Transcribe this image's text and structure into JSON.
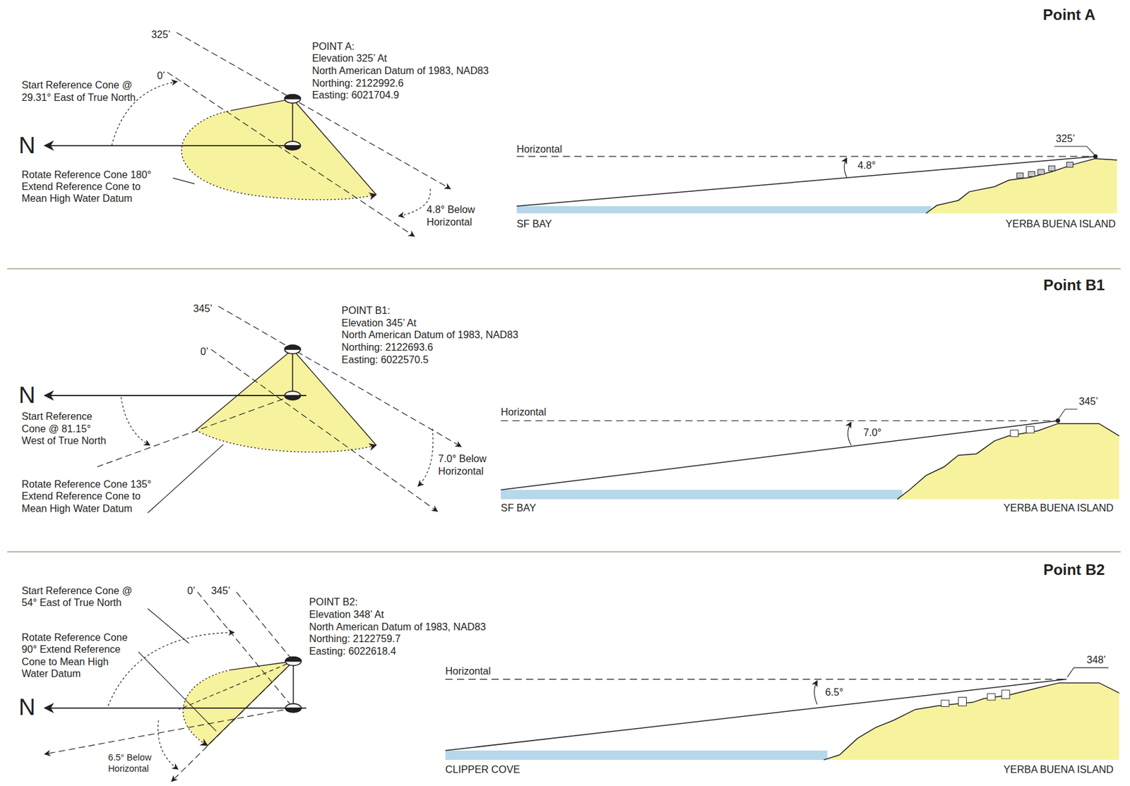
{
  "diagram": {
    "labels": [
      "Point A",
      "325’",
      "0’",
      "Start Reference Cone @ 29.31° East of True North",
      "N",
      "Rotate Reference Cone 180° Extend Reference Cone to Mean High Water Datum",
      "POINT A:",
      "Elevation 325’ At",
      "North American Datum of 1983, NAD83",
      "Northing: 2122992.6",
      "Easting: 6021704.9",
      "4.8° Below Horizontal",
      "Horizontal",
      "4.8°",
      "325’",
      "SF BAY",
      "YERBA BUENA ISLAND",
      "Point B1",
      "345’",
      "0’",
      "POINT B1:",
      "Elevation 345’ At",
      "North American Datum of 1983, NAD83",
      "Northing: 2122693.6",
      "Easting: 6022570.5",
      "N",
      "Start Reference Cone @ 81.15° West of True North",
      "Rotate Reference Cone 135° Extend Reference Cone to Mean High Water Datum",
      "7.0° Below Horizontal",
      "Horizontal",
      "7.0°",
      "345’",
      "SF BAY",
      "YERBA BUENA ISLAND",
      "Point B2",
      "Start Reference Cone @ 54° East of True North",
      "0’",
      "345’",
      "Rotate Reference Cone 90° Extend Reference Cone to Mean High Water Datum",
      "N",
      "POINT B2:",
      "Elevation 348’ At",
      "North American Datum of 1983, NAD83",
      "Northing: 2122759.7",
      "Easting: 6022618.4",
      "6.5° Below Horizontal",
      "Horizontal",
      "6.5°",
      "348’",
      "CLIPPER COVE",
      "YERBA BUENA ISLAND"
    ]
  }
}
